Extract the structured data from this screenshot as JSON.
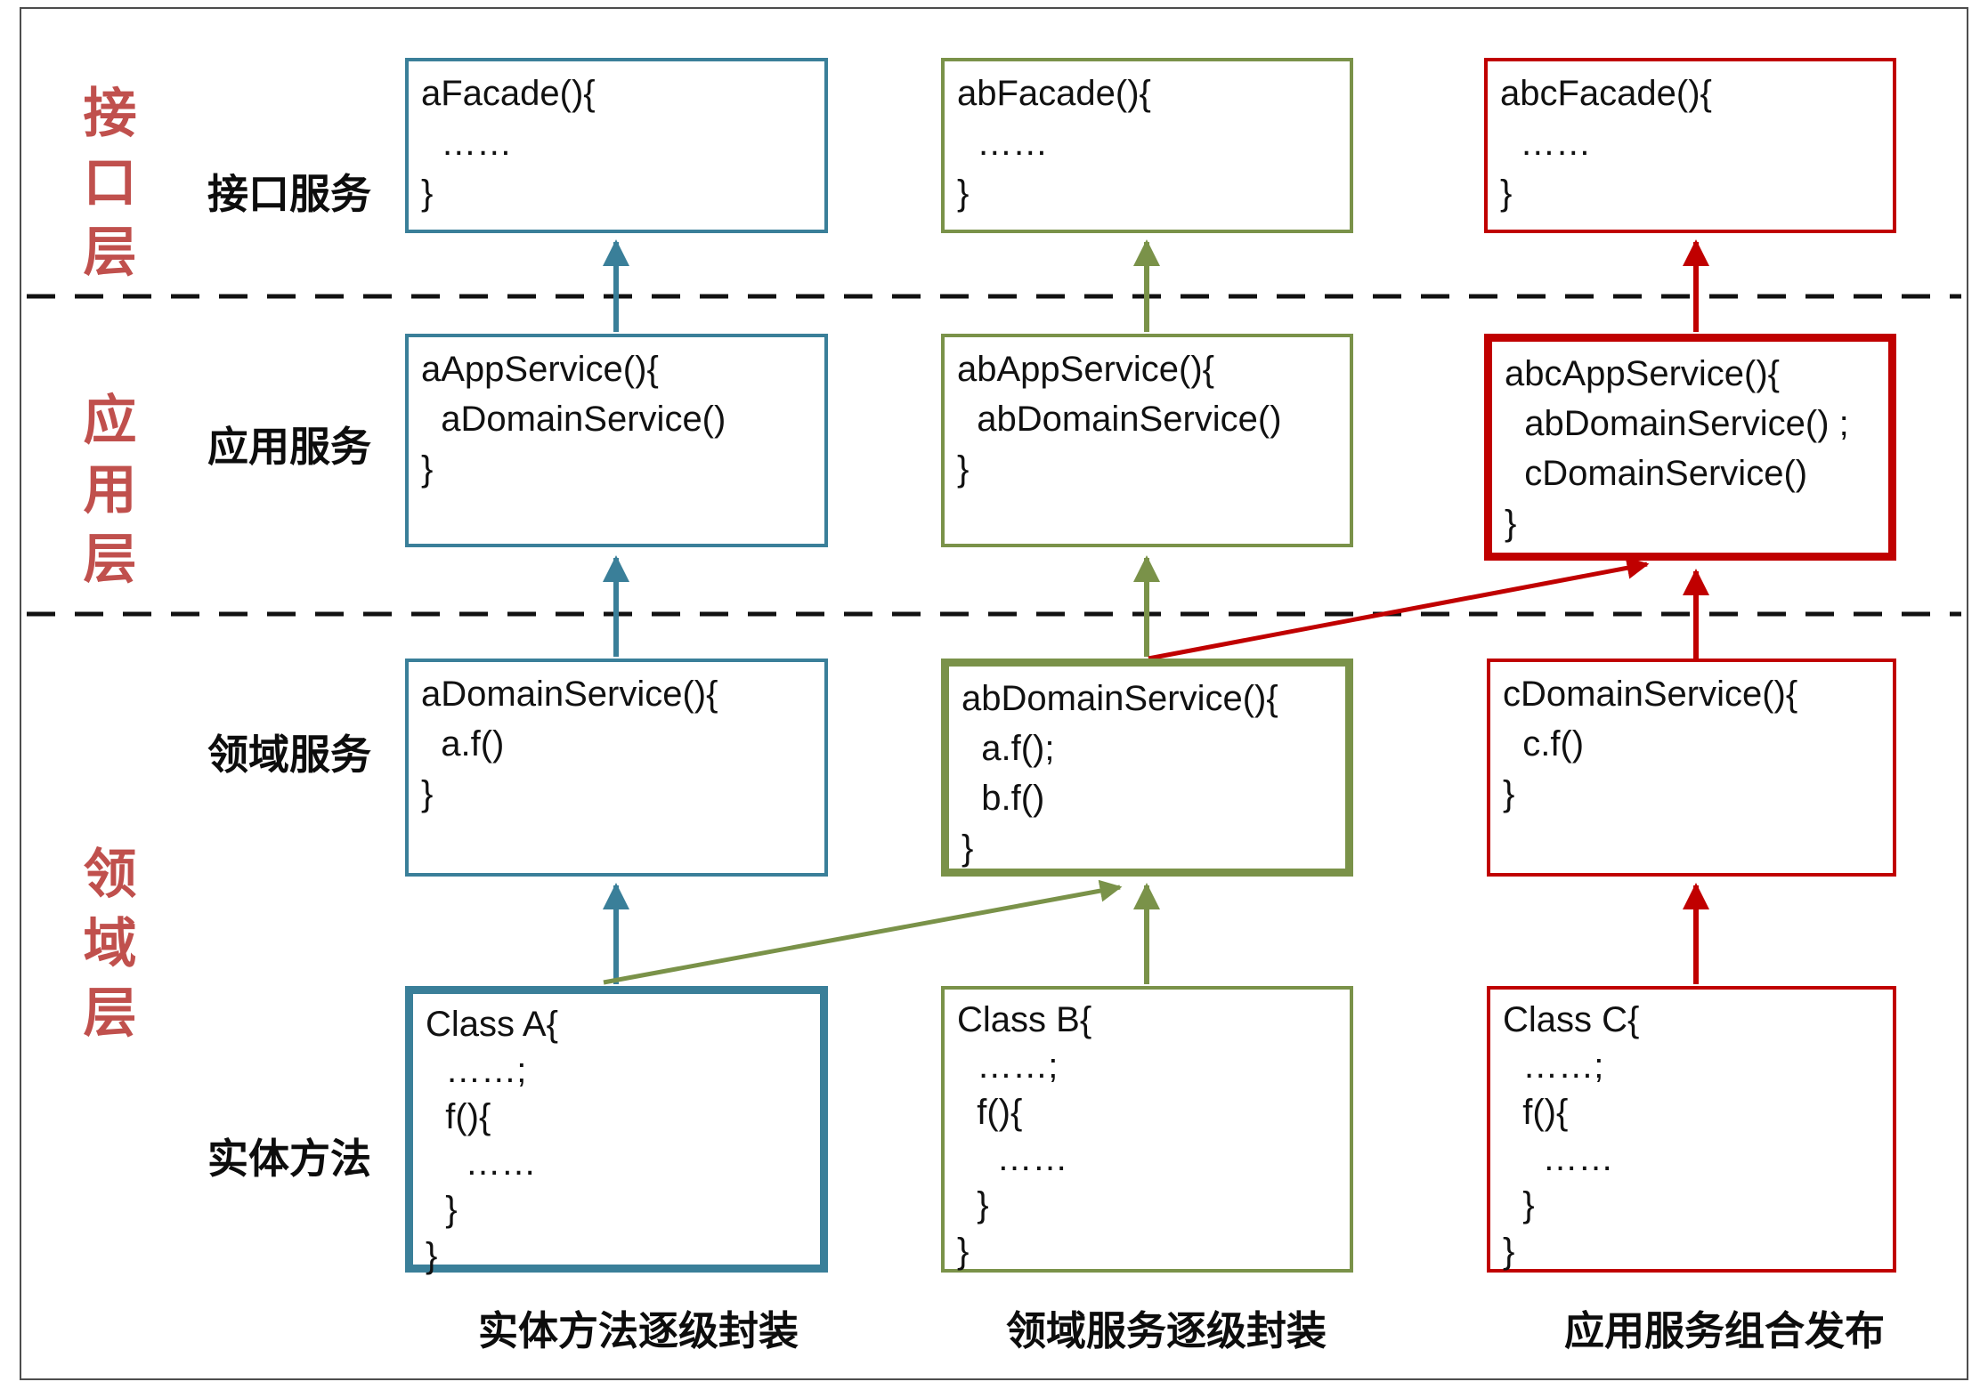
{
  "colors": {
    "teal": "#3A7F99",
    "green": "#7A9249",
    "red": "#C00000",
    "layer_label": "#C0504D",
    "dash": "#111111",
    "text": "#111111",
    "frame": "#4D4D4D",
    "background": "#FFFFFF"
  },
  "layers": [
    {
      "label": "接口层"
    },
    {
      "label": "应用层"
    },
    {
      "label": "领域层"
    }
  ],
  "row_labels": [
    "接口服务",
    "应用服务",
    "领域服务",
    "实体方法"
  ],
  "boxes": {
    "facade_a": {
      "lines": [
        "aFacade(){",
        "  ……",
        "}"
      ]
    },
    "facade_ab": {
      "lines": [
        "abFacade(){",
        "  ……",
        "}"
      ]
    },
    "facade_abc": {
      "lines": [
        "abcFacade(){",
        "  ……",
        "}"
      ]
    },
    "app_a": {
      "lines": [
        "aAppService(){",
        "  aDomainService()",
        "}"
      ]
    },
    "app_ab": {
      "lines": [
        "abAppService(){",
        "  abDomainService()",
        "}"
      ]
    },
    "app_abc": {
      "lines": [
        "abcAppService(){",
        "  abDomainService() ;",
        "  cDomainService()",
        "}"
      ]
    },
    "domain_a": {
      "lines": [
        "aDomainService(){",
        "  a.f()",
        "}"
      ]
    },
    "domain_ab": {
      "lines": [
        "abDomainService(){",
        "  a.f();",
        "  b.f()",
        "}"
      ]
    },
    "domain_c": {
      "lines": [
        "cDomainService(){",
        "  c.f()",
        "}"
      ]
    },
    "class_a": {
      "lines": [
        "Class A{",
        "  ……;",
        "  f(){",
        "    ……",
        "  }",
        "}"
      ]
    },
    "class_b": {
      "lines": [
        "Class B{",
        "  ……;",
        "  f(){",
        "    ……",
        "  }",
        "}"
      ]
    },
    "class_c": {
      "lines": [
        "Class C{",
        "  ……;",
        "  f(){",
        "    ……",
        "  }",
        "}"
      ]
    }
  },
  "captions": [
    "实体方法逐级封装",
    "领域服务逐级封装",
    "应用服务组合发布"
  ]
}
